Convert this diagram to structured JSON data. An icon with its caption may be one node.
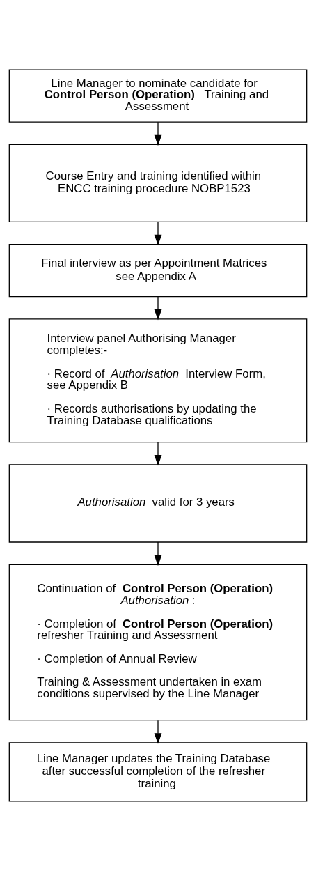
{
  "diagram": {
    "nodes": [
      {
        "text": [
          "Line Manager to nominate candidate for **Control Person (Operation)** Training and Assessment"
        ]
      },
      {
        "text": [
          "Course Entry and training identified within ENCC training procedure NOBP1523"
        ]
      },
      {
        "text": [
          "Final interview as per Appointment Matrices see Appendix A"
        ]
      },
      {
        "text": [
          "Interview panel Authorising Manager completes:-",
          "· Record of *Authorisation* Interview Form, see Appendix B",
          "· Records authorisations by updating the Training Database qualifications"
        ]
      },
      {
        "text": [
          "*Authorisation* valid for 3 years"
        ]
      },
      {
        "text": [
          "Continuation of **Control Person (Operation)** *Authorisation*:",
          "· Completion of **Control Person (Operation)** refresher Training and Assessment",
          "· Completion of Annual Review",
          "Training & Assessment undertaken in exam conditions supervised by the Line Manager"
        ]
      },
      {
        "text": [
          "Line Manager updates the Training Database after successful completion of the refresher training"
        ]
      }
    ],
    "edges": [
      {
        "from": 0,
        "to": 1,
        "arrow": "to"
      },
      {
        "from": 1,
        "to": 2,
        "arrow": "to"
      },
      {
        "from": 2,
        "to": 3,
        "arrow": "to"
      },
      {
        "from": 3,
        "to": 4,
        "arrow": "to"
      },
      {
        "from": 4,
        "to": 5,
        "arrow": "to"
      },
      {
        "from": 5,
        "to": 6,
        "arrow": "to"
      }
    ]
  }
}
